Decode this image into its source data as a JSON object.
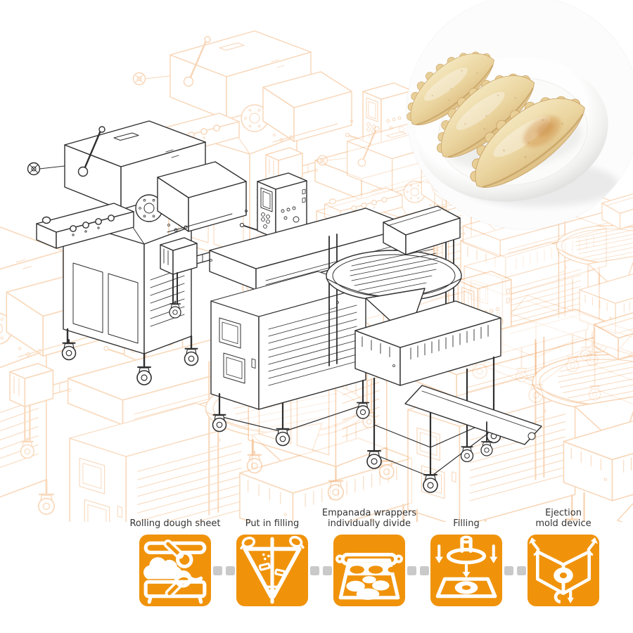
{
  "page": {
    "background": "#ffffff"
  },
  "colors": {
    "accent_orange": "#F0930B",
    "watermark_orange": "#F3AC70",
    "connector_gray": "#C9C9C9",
    "label_text": "#333333",
    "line_art": "#2f2f2f"
  },
  "diagram": {
    "name": "empanada-production-line-drawing",
    "style": "isometric black line art of a multi-station empanada production line with faded orange machinery outlines behind"
  },
  "product_photo": {
    "name": "empanadas-on-plate",
    "description": "Three golden crimped empanadas on a round white plate, circular crop"
  },
  "process_steps": [
    {
      "label": "Rolling dough sheet",
      "icon": "rolling-dough-sheet-icon"
    },
    {
      "label": "Put in filling",
      "icon": "put-in-filling-icon"
    },
    {
      "label": "Empanada wrappers\nindividually divide",
      "icon": "wrappers-divide-icon"
    },
    {
      "label": "Filling",
      "icon": "filling-press-icon"
    },
    {
      "label": "Ejection\nmold device",
      "icon": "ejection-mold-icon"
    }
  ],
  "connector": {
    "shape": "two-gray-squares"
  }
}
